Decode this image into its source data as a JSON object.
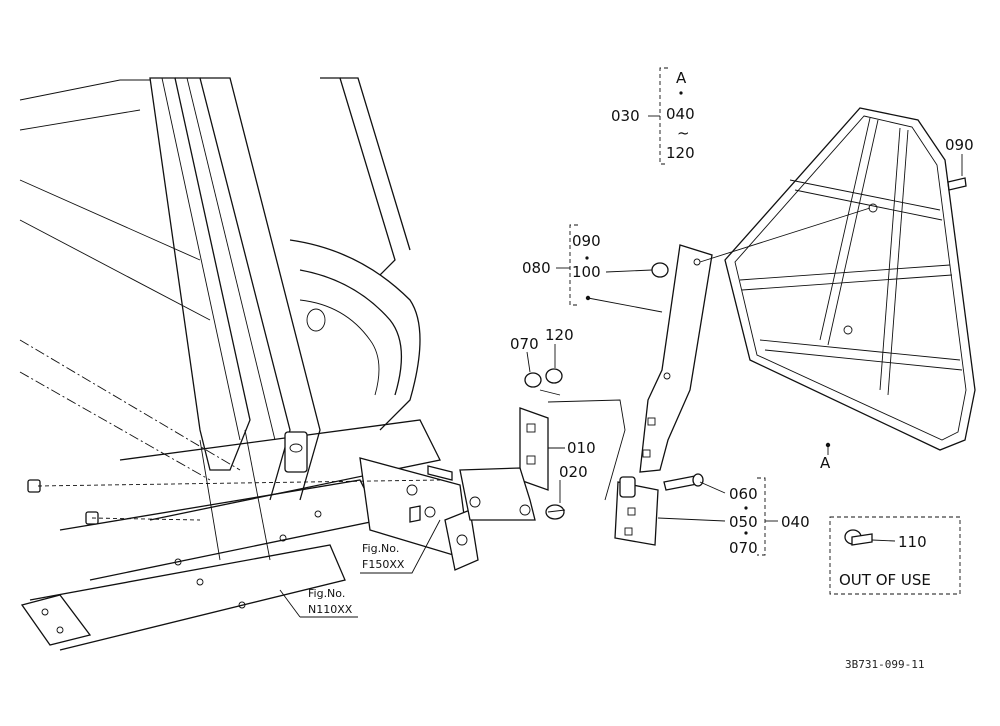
{
  "labels": {
    "p030": "030",
    "a_top": "A",
    "p040_top": "040",
    "tilde": "~",
    "p120_top": "120",
    "p090_right": "090",
    "p080": "080",
    "p090_left": "090",
    "p100": "100",
    "p070_left": "070",
    "p120_mid": "120",
    "p010": "010",
    "p020": "020",
    "p060": "060",
    "p050": "050",
    "p070_right": "070",
    "p040": "040",
    "a_bottom": "A",
    "p110": "110",
    "out_of_use": "OUT OF USE",
    "fig_f150_label": "Fig.No.",
    "fig_f150_num": "F150XX",
    "fig_n110_label": "Fig.No.",
    "fig_n110_num": "N110XX",
    "drawing_code": "3B731-099-11"
  }
}
